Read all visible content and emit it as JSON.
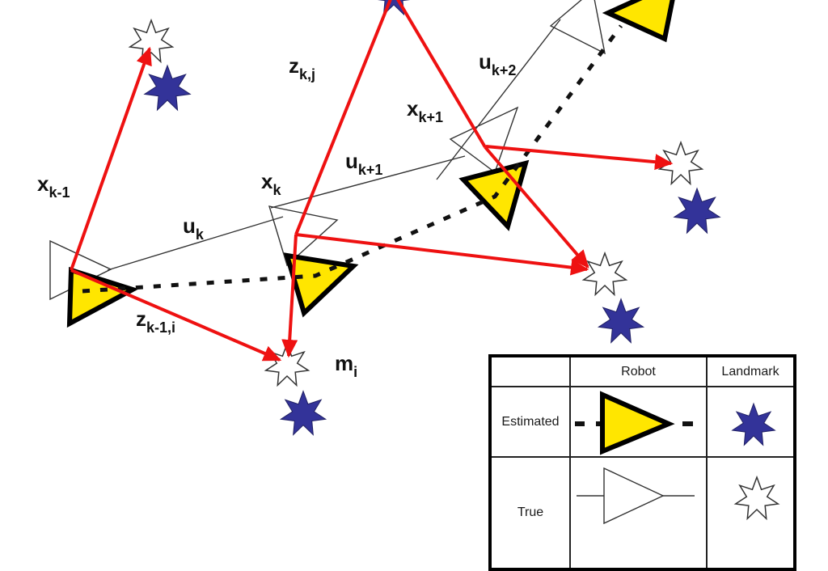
{
  "colors": {
    "yellow": "#ffe600",
    "blue": "#333399",
    "red": "#ee1111",
    "thinline": "#333333",
    "ink": "#111111"
  },
  "labels": [
    {
      "id": "x-k-minus-1",
      "main": "x",
      "sub": "k-1"
    },
    {
      "id": "u-k",
      "main": "u",
      "sub": "k"
    },
    {
      "id": "x-k",
      "main": "x",
      "sub": "k"
    },
    {
      "id": "z-k-j",
      "main": "z",
      "sub": "k,j"
    },
    {
      "id": "u-k-plus-1",
      "main": "u",
      "sub": "k+1"
    },
    {
      "id": "x-k-plus-1",
      "main": "x",
      "sub": "k+1"
    },
    {
      "id": "u-k-plus-2",
      "main": "u",
      "sub": "k+2"
    },
    {
      "id": "z-k-minus-1-i",
      "main": "z",
      "sub": "k-1,i"
    },
    {
      "id": "m-i",
      "main": "m",
      "sub": "i"
    }
  ],
  "legend": {
    "col_robot": "Robot",
    "col_landmark": "Landmark",
    "row_estimated": "Estimated",
    "row_true": "True",
    "symbols": {
      "estimated_robot": "yellow-triangle-dashed-path",
      "true_robot": "outline-triangle-solid-path",
      "estimated_landmark": "blue-star",
      "true_landmark": "outline-star"
    }
  }
}
